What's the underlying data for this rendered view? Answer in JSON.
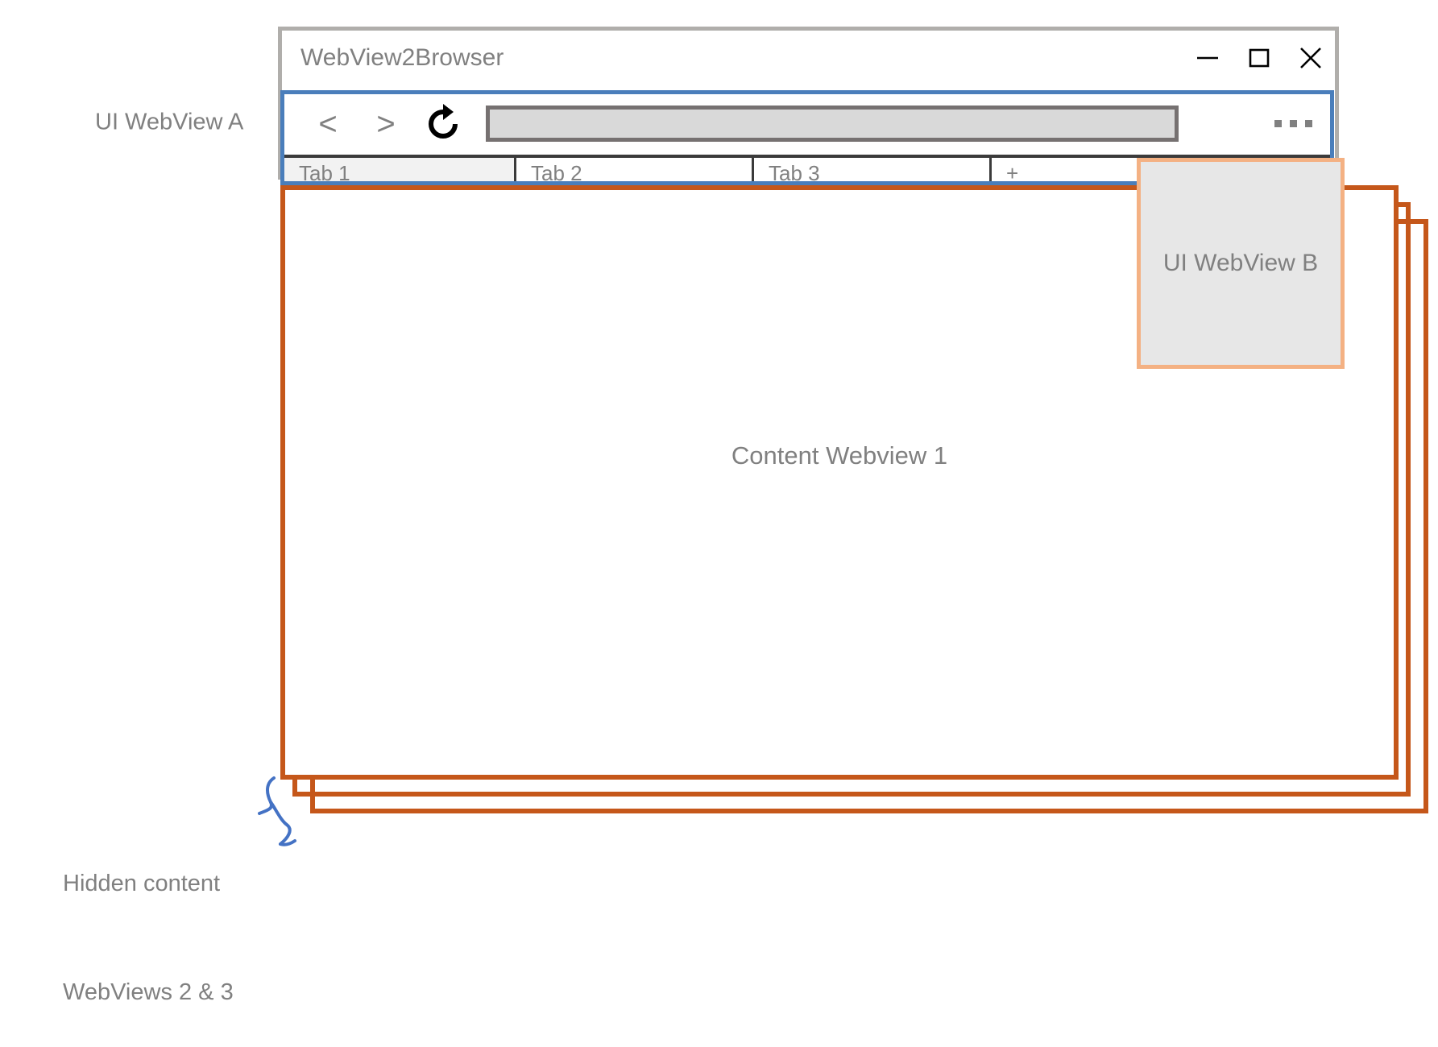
{
  "annotations": {
    "ui_webview_a": "UI WebView A",
    "hidden_content_line1": "Hidden content",
    "hidden_content_line2": "WebViews 2 & 3"
  },
  "window": {
    "title": "WebView2Browser",
    "controls": {
      "minimize": "minimize-icon",
      "maximize": "maximize-icon",
      "close": "close-icon"
    }
  },
  "toolbar": {
    "back_label": "<",
    "forward_label": ">",
    "reload_icon": "reload-icon",
    "address_bar_value": "",
    "address_bar_placeholder": "",
    "menu_label": "menu-ellipsis-icon"
  },
  "tabs": {
    "items": [
      {
        "label": "Tab 1",
        "active": true
      },
      {
        "label": "Tab 2",
        "active": false
      },
      {
        "label": "Tab 3",
        "active": false
      },
      {
        "label": "+",
        "active": false
      }
    ]
  },
  "content": {
    "webview_1_label": "Content Webview 1"
  },
  "ui_webview_b": {
    "label": "UI WebView B"
  },
  "colors": {
    "ui_webview_a_frame": "#4a7ebb",
    "ui_webview_b_frame": "#f4b183",
    "ui_webview_b_fill": "#e7e7e7",
    "content_webview_frame": "#c5571a",
    "window_border": "#b0aeab",
    "address_bar_fill": "#d9d9d9",
    "address_bar_border": "#767171",
    "text_gray": "#808080",
    "tab_active_fill": "#f2f2f2",
    "tab_divider": "#3b3b3b",
    "brace_blue": "#4472c4"
  }
}
